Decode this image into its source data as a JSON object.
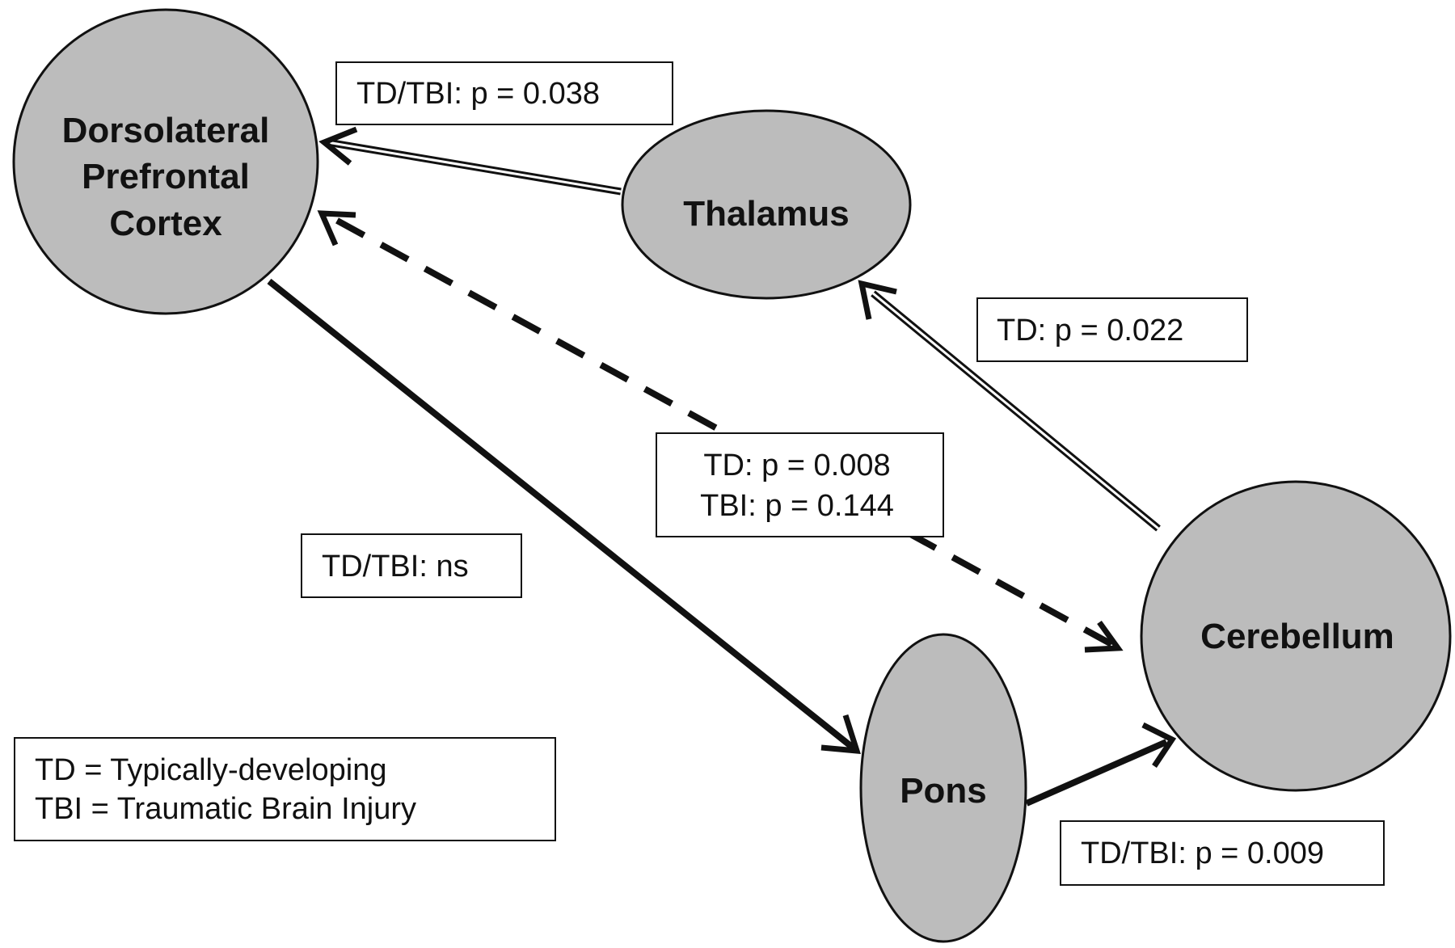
{
  "colors": {
    "node_fill": "#bcbcbc",
    "stroke": "#111111",
    "background": "#ffffff"
  },
  "nodes": {
    "dlpfc": {
      "label_lines": [
        "Dorsolateral",
        "Prefrontal",
        "Cortex"
      ]
    },
    "thalamus": {
      "label": "Thalamus"
    },
    "cerebellum": {
      "label": "Cerebellum"
    },
    "pons": {
      "label": "Pons"
    }
  },
  "edges": {
    "thalamus_to_dlpfc": {
      "style": "double-line",
      "label": "TD/TBI: p = 0.038"
    },
    "cerebellum_to_thalamus": {
      "style": "double-line",
      "label": "TD: p = 0.022"
    },
    "cerebellum_dlpfc": {
      "style": "dashed",
      "direction": "bidirectional",
      "label_lines": [
        "TD: p = 0.008",
        "TBI: p = 0.144"
      ]
    },
    "dlpfc_to_pons": {
      "style": "solid",
      "label": "TD/TBI: ns"
    },
    "pons_to_cerebellum": {
      "style": "solid",
      "label": "TD/TBI: p = 0.009"
    }
  },
  "legend": {
    "lines": [
      "TD = Typically-developing",
      "TBI = Traumatic Brain Injury"
    ]
  }
}
